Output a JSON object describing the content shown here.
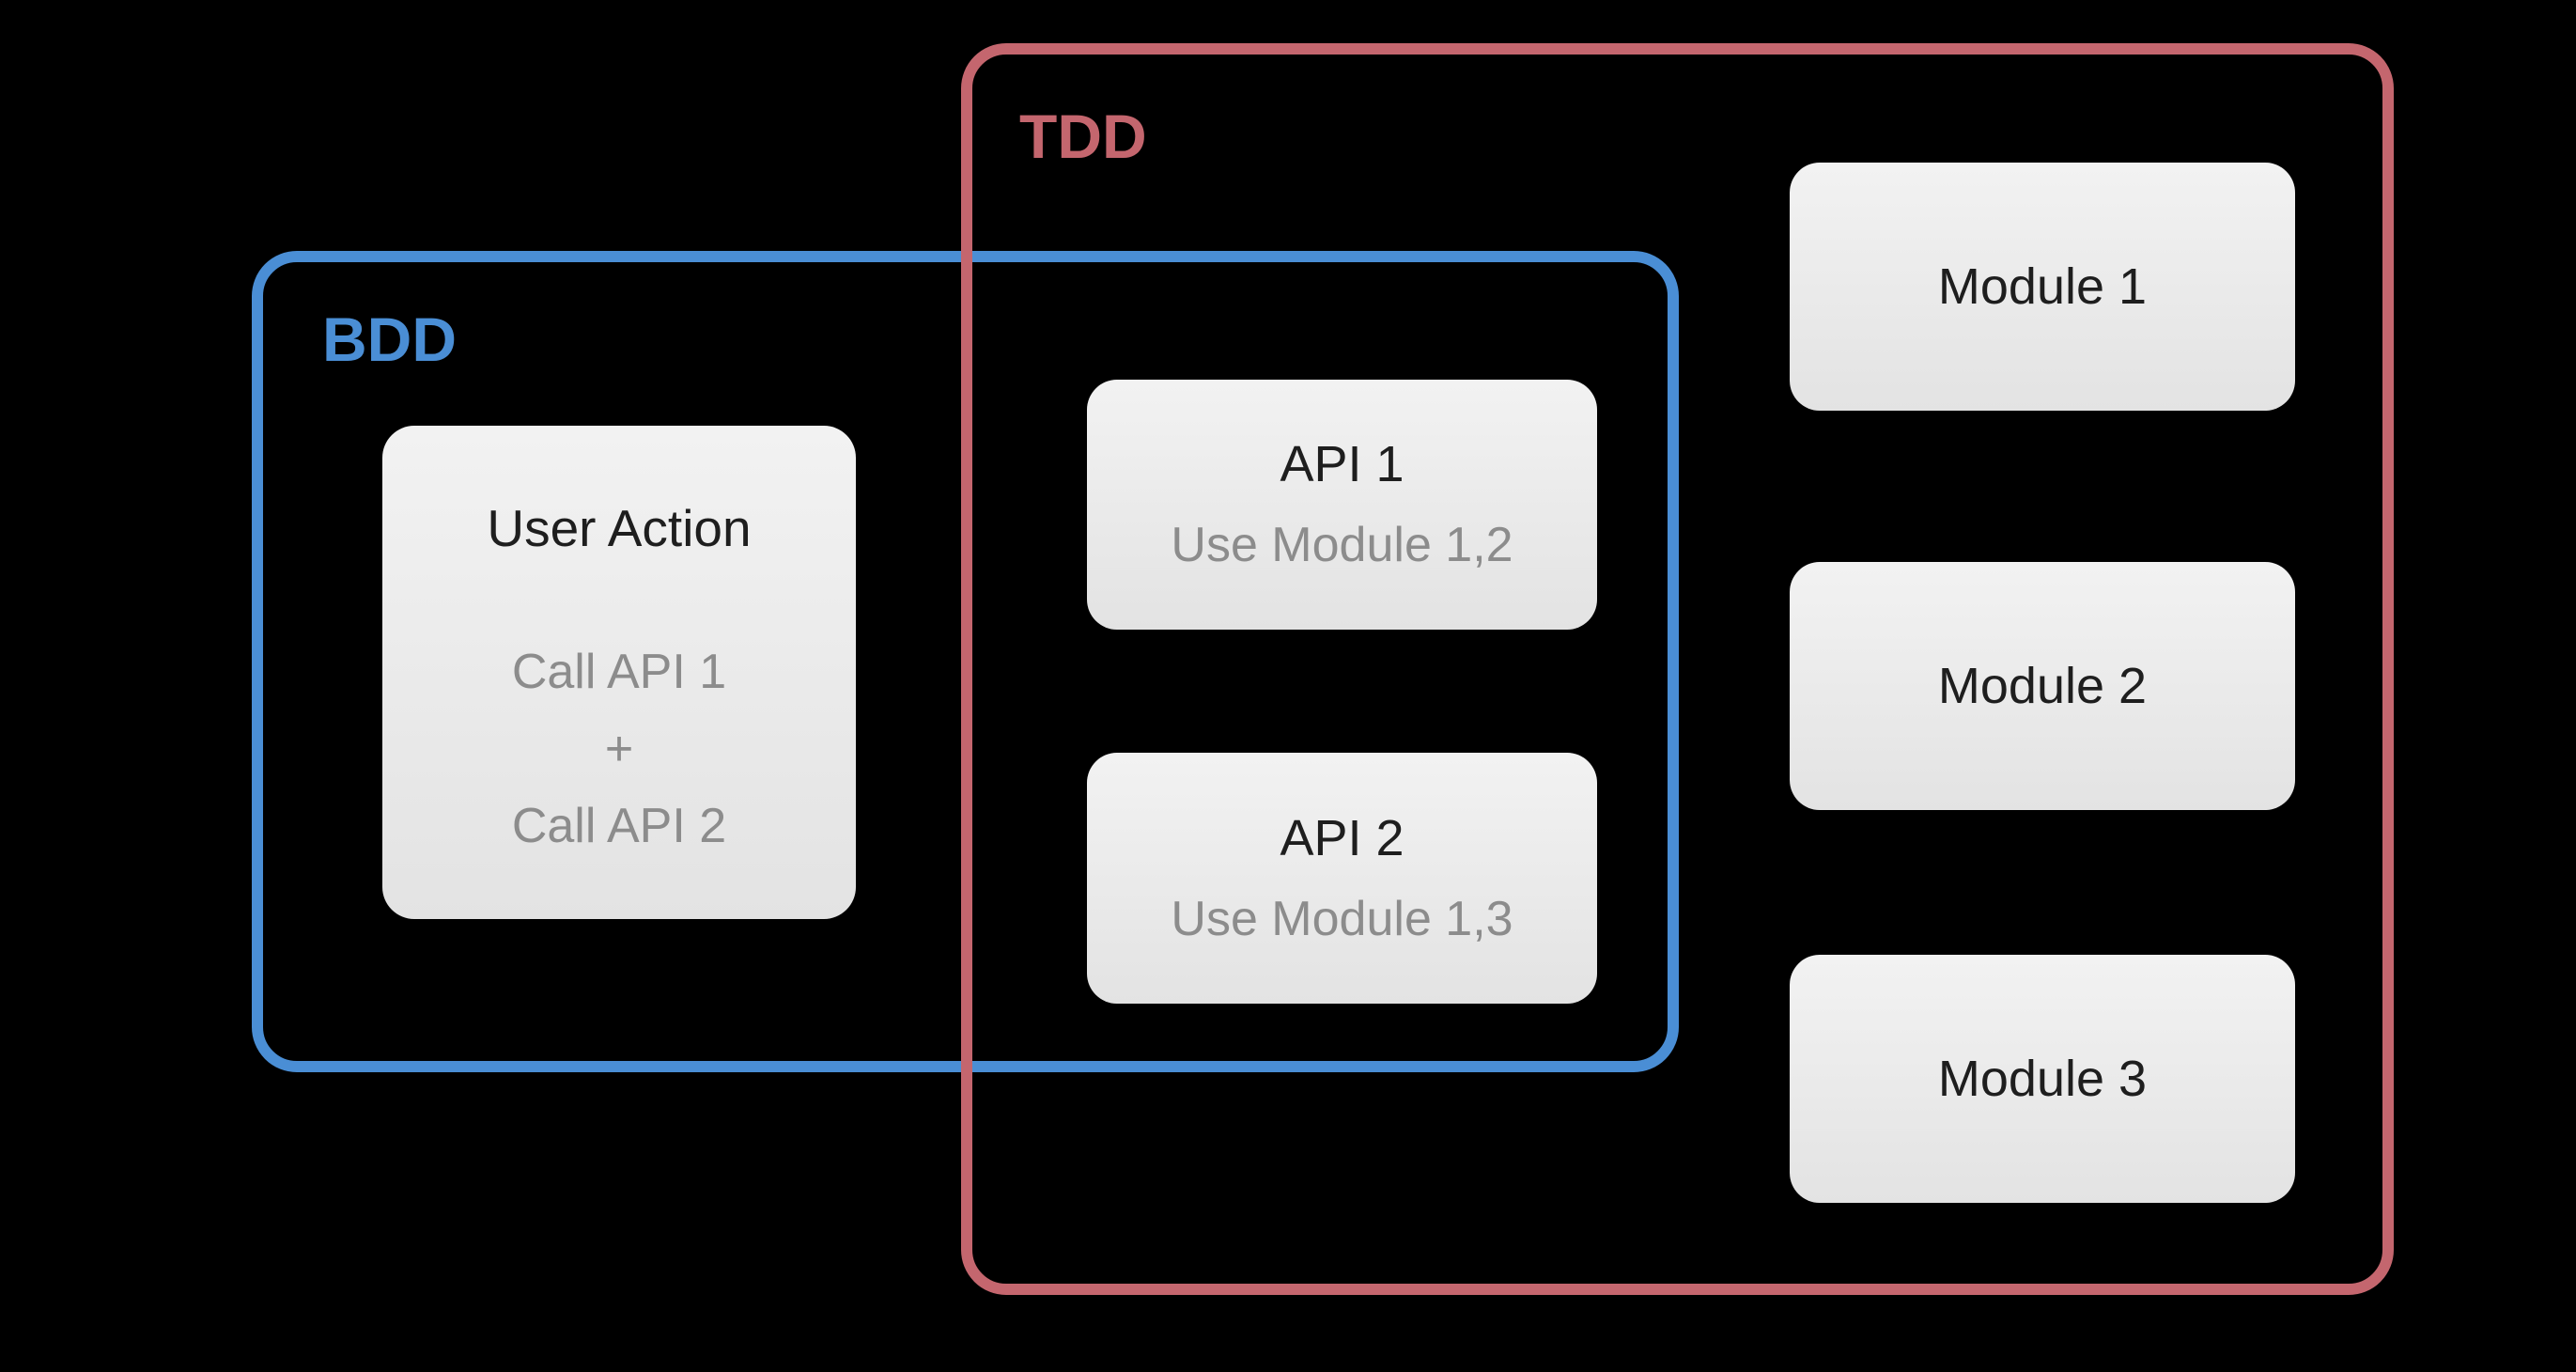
{
  "colors": {
    "background": "#000000",
    "tdd_accent": "#c4666e",
    "bdd_accent": "#4a8ed5",
    "box_fill_top": "#f2f2f2",
    "box_fill_bottom": "#e3e3e3",
    "box_title_text": "#1e1e1e",
    "box_secondary_text": "#8c8c8c"
  },
  "groups": {
    "tdd": {
      "label": "TDD"
    },
    "bdd": {
      "label": "BDD"
    }
  },
  "nodes": {
    "user_action": {
      "title": "User Action",
      "lines": [
        "Call API 1",
        "+",
        "Call API 2"
      ]
    },
    "api_1": {
      "title": "API 1",
      "subtitle": "Use Module 1,2"
    },
    "api_2": {
      "title": "API 2",
      "subtitle": "Use Module 1,3"
    },
    "module_1": {
      "title": "Module 1"
    },
    "module_2": {
      "title": "Module 2"
    },
    "module_3": {
      "title": "Module 3"
    }
  }
}
